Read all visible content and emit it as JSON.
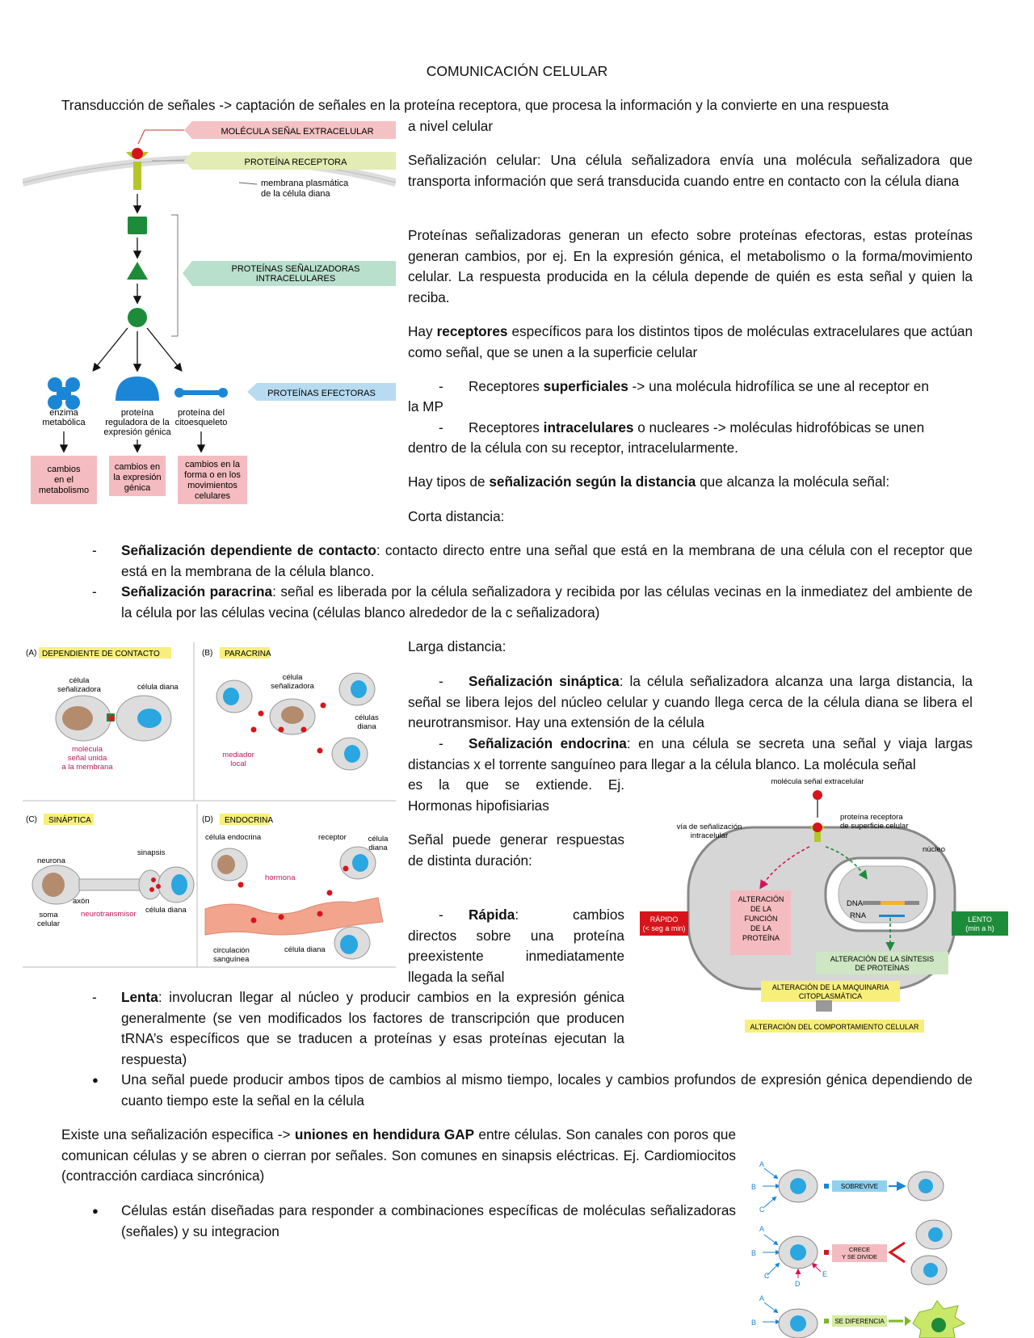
{
  "doc": {
    "title": "COMUNICACIÓN CELULAR",
    "p_transduccion": "Transducción de señales -> captación de señales en la proteína receptora, que procesa la información y la convierte en una respuesta",
    "p_transduccion_2": "a nivel celular",
    "p_senalizacion": "Señalización celular: Una célula señalizadora envía una molécula señalizadora que transporta información que será transducida cuando entre en contacto con la célula diana",
    "p_proteinas": "Proteínas señalizadoras generan un efecto sobre proteínas efectoras, estas proteínas generan cambios, por ej. En la expresión génica, el metabolismo o la forma/movimiento celular. La respuesta producida en la célula depende de quién es esta señal y quien la reciba.",
    "p_hay_a": "Hay ",
    "p_hay_b": "receptores",
    "p_hay_c": " específicos para los distintos tipos de moléculas extracelulares que actúan como señal, que se unen a la superficie celular",
    "rec_sup_a": "Receptores ",
    "rec_sup_b": "superficiales",
    "rec_sup_c": " -> una molécula hidrofílica se une al receptor en",
    "rec_sup_d": "la MP",
    "rec_int_a": "Receptores ",
    "rec_int_b": "intracelulares",
    "rec_int_c": " o nucleares -> moléculas hidrofóbicas se unen",
    "rec_int_d": "dentro de la célula con su receptor, intracelularmente.",
    "p_tipos_a": "Hay tipos de ",
    "p_tipos_b": "señalización según la distancia",
    "p_tipos_c": " que alcanza la molécula señal:",
    "corta": "Corta distancia:",
    "contacto_b": "Señalización dependiente de contacto",
    "contacto_c": ": contacto directo entre una señal que está en la membrana de una célula con el receptor que está en la membrana de la célula blanco.",
    "paracrina_b": "Señalización paracrina",
    "paracrina_c": ": señal es liberada por la célula señalizadora y recibida por las células vecinas en la inmediatez del ambiente de la célula por las células vecina (células blanco alrededor de la c señalizadora)",
    "larga": "Larga distancia:",
    "sinaptica_b": "Señalización sináptica",
    "sinaptica_c": ": la célula señalizadora alcanza una larga distancia, la señal se libera lejos del núcleo celular y cuando llega cerca de la célula diana se libera el neurotransmisor. Hay una extensión de la célula",
    "endocrina_b": "Señalización endocrina",
    "endocrina_c": ": en una célula se secreta una señal y viaja largas distancias x el torrente sanguíneo para llegar a la célula blanco. La molécula señal",
    "endocrina_d": "es la que se extiende. Ej. Hormonas hipofisiarias",
    "p_senal_puede": "Señal puede generar respuestas de distinta duración:",
    "rapida_b": "Rápida",
    "rapida_c": ": cambios directos sobre una proteína preexistente inmediatamente llegada la señal",
    "lenta_b": "Lenta",
    "lenta_c": ": involucran llegar al núcleo y producir cambios en la expresión génica generalmente (se ven modificados los factores de transcripción que producen tRNA’s específicos que se traducen a proteínas y esas proteínas ejecutan la respuesta)",
    "una_senal": "Una señal puede producir ambos tipos de cambios al mismo tiempo, locales y cambios profundos de expresión génica dependiendo de cuanto tiempo este la señal en la célula",
    "gap_a": "Existe una señalización especifica -> ",
    "gap_b": "uniones en hendidura GAP",
    "gap_c": " entre células. Son canales con poros que comunican células y se abren o cierran por señales. Son comunes en sinapsis eléctricas. Ej. Cardiomiocitos (contracción cardiaca sincrónica)",
    "celulas_disenadas": "Células están diseñadas para responder a combinaciones específicas de moléculas señalizadoras (señales) y su integracion",
    "dash": "-",
    "dot": "●"
  },
  "fig1": {
    "molecula": "MOLÉCULA SEÑAL EXTRACELULAR",
    "receptora": "PROTEÍNA RECEPTORA",
    "membrana_1": "membrana plasmática",
    "membrana_2": "de la célula diana",
    "intra_1": "PROTEÍNAS SEÑALIZADORAS",
    "intra_2": "INTRACELULARES",
    "efectoras": "PROTEÍNAS EFECTORAS",
    "enzima_1": "enzima",
    "enzima_2": "metabólica",
    "reg_1": "proteína",
    "reg_2": "reguladora de la",
    "reg_3": "expresión génica",
    "cito_1": "proteína del",
    "cito_2": "citoesqueleto",
    "out1_1": "cambios",
    "out1_2": "en el",
    "out1_3": "metabolismo",
    "out2_1": "cambios en",
    "out2_2": "la expresión",
    "out2_3": "génica",
    "out3_1": "cambios en la",
    "out3_2": "forma o en los",
    "out3_3": "movimientos",
    "out3_4": "celulares"
  },
  "fig2": {
    "a_tag": "(A)",
    "a_label": "DEPENDIENTE DE CONTACTO",
    "a_cel_1": "célula",
    "a_cel_2": "señalizadora",
    "a_diana": "célula diana",
    "a_mol_1": "molécula",
    "a_mol_2": "señal unida",
    "a_mol_3": "a la membrana",
    "b_tag": "(B)",
    "b_label": "PARACRINA",
    "b_cel_1": "célula",
    "b_cel_2": "señalizadora",
    "b_dianas_1": "células",
    "b_dianas_2": "diana",
    "b_med_1": "mediador",
    "b_med_2": "local",
    "c_tag": "(C)",
    "c_label": "SINÁPTICA",
    "c_neurona": "neurona",
    "c_sinapsis": "sinapsis",
    "c_axon": "axón",
    "c_soma_1": "soma",
    "c_soma_2": "celular",
    "c_neuro": "neurotransmisor",
    "c_diana": "célula diana",
    "d_tag": "(D)",
    "d_label": "ENDOCRINA",
    "d_endo": "célula endocrina",
    "d_receptor": "receptor",
    "d_diana_1": "célula",
    "d_diana_2": "diana",
    "d_hormona": "hormona",
    "d_circ_1": "circulación",
    "d_circ_2": "sanguínea",
    "d_diana2": "célula diana"
  },
  "fig3": {
    "molecula": "molécula señal extracelular",
    "via_1": "vía de señalización",
    "via_2": "intracelular",
    "prot_rec_1": "proteína receptora",
    "prot_rec_2": "de superficie celular",
    "nucleo": "núcleo",
    "rapido_1": "RÁPIDO",
    "rapido_2": "(< seg a min)",
    "lento_1": "LENTO",
    "lento_2": "(min a h)",
    "alt_1": "ALTERACIÓN",
    "alt_2": "DE LA",
    "alt_3": "FUNCIÓN",
    "alt_4": "DE LA",
    "alt_5": "PROTEÍNA",
    "dna": "DNA",
    "rna": "RNA",
    "sint_1": "ALTERACIÓN DE LA SÍNTESIS",
    "sint_2": "DE PROTEÍNAS",
    "maq_1": "ALTERACIÓN DE LA MAQUINARIA",
    "maq_2": "CITOPLASMÁTICA",
    "comp": "ALTERACIÓN DEL COMPORTAMIENTO CELULAR"
  },
  "fig4": {
    "a": "A",
    "b": "B",
    "c": "C",
    "d": "D",
    "e": "E",
    "sobrevive": "SOBREVIVE",
    "crece_1": "CRECE",
    "crece_2": "Y SE DIVIDE",
    "diferencia": "SE DIFERENCIA"
  }
}
